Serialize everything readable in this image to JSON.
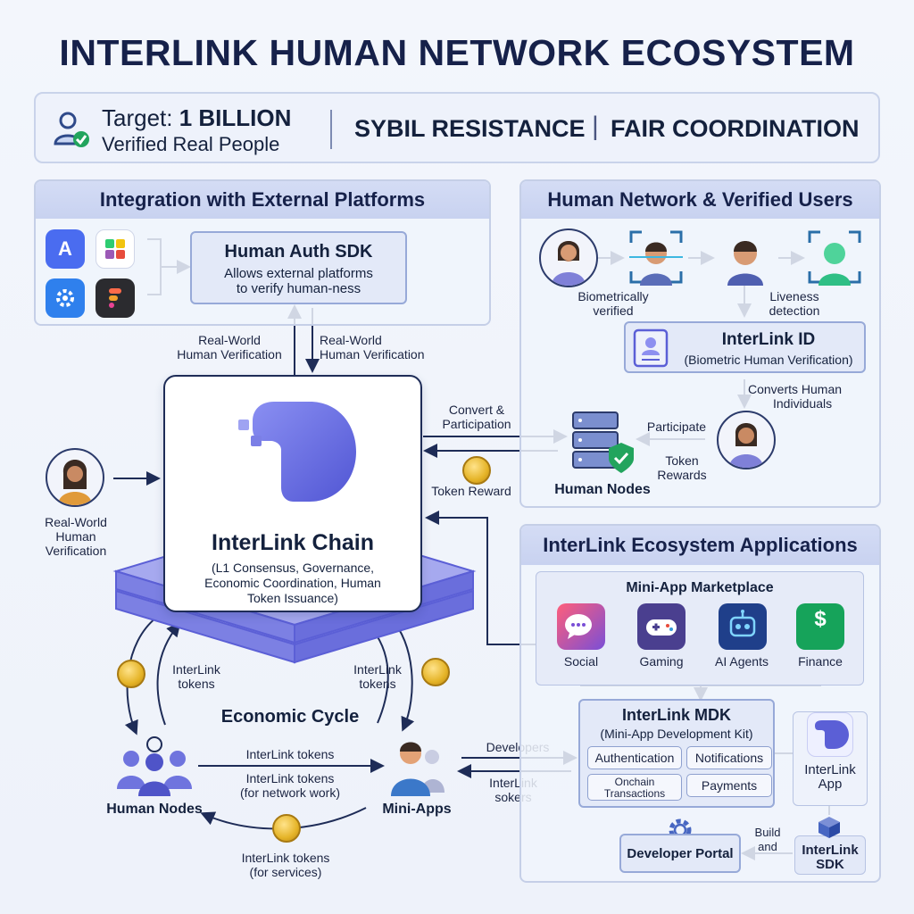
{
  "title": "INTERLINK HUMAN NETWORK ECOSYSTEM",
  "banner": {
    "target_prefix": "Target: ",
    "target_value": "1 BILLION",
    "target_sub": "Verified Real People",
    "sybil": "SYBIL RESISTANCE",
    "separator": "|",
    "fair": "FAIR COORDINATION"
  },
  "integration": {
    "header": "Integration with External Platforms",
    "sdk_title": "Human Auth SDK",
    "sdk_desc_1": "Allows external platforms",
    "sdk_desc_2": "to verify human-ness"
  },
  "human_network": {
    "header": "Human Network & Verified Users",
    "biometric_1": "Biometrically",
    "biometric_2": "verified",
    "liveness_1": "Liveness",
    "liveness_2": "detection",
    "id_title": "InterLink ID",
    "id_sub": "(Biometric Human Verification)",
    "converts_1": "Converts Human",
    "converts_2": "Individuals",
    "participate": "Participate",
    "token_rewards_1": "Token",
    "token_rewards_2": "Rewards",
    "human_nodes": "Human Nodes"
  },
  "chain": {
    "title": "InterLink Chain",
    "desc_1": "(L1 Consensus, Governance,",
    "desc_2": "Economic Coordination, Human",
    "desc_3": "Token Issuance)"
  },
  "flow_labels": {
    "rwv_left_1": "Real-World",
    "rwv_left_2": "Human Verification",
    "rwv_right_1": "Real-World",
    "rwv_right_2": "Human Verification",
    "convert_1": "Convert &",
    "convert_2": "Participation",
    "token_reward": "Token Reward",
    "rwv_person_1": "Real-World",
    "rwv_person_2": "Human",
    "rwv_person_3": "Verification"
  },
  "economic": {
    "title": "Economic Cycle",
    "left_tokens_1": "InterLink",
    "left_tokens_2": "tokens",
    "right_tokens_1": "InterLink",
    "right_tokens_2": "tokens",
    "human_nodes": "Human Nodes",
    "mini_apps": "Mini-Apps",
    "tokens_top": "InterLink tokens",
    "tokens_work_1": "InterLink tokens",
    "tokens_work_2": "(for network work)",
    "tokens_services_1": "InterLink tokens",
    "tokens_services_2": "(for services)"
  },
  "ecosystem": {
    "header": "InterLink Ecosystem Applications",
    "marketplace": "Mini-App Marketplace",
    "apps": [
      "Social",
      "Gaming",
      "AI Agents",
      "Finance"
    ],
    "finance_symbol": "$",
    "mdk_title": "InterLink MDK",
    "mdk_sub": "(Mini-App Development Kit)",
    "mdk_items": [
      "Authentication",
      "Notifications",
      "Onchain Transactions",
      "Payments"
    ],
    "app_label_1": "InterLink",
    "app_label_2": "App",
    "developers": "Developers",
    "sokers_1": "InterLink",
    "sokers_2": "sokers",
    "build_1": "Build",
    "build_2": "and",
    "dev_portal": "Developer Portal",
    "sdk_label_1": "InterLink",
    "sdk_label_2": "SDK"
  },
  "colors": {
    "navy": "#16214a",
    "accent": "#5b5fd6",
    "check_green": "#22a45d",
    "coin_gold": "#e5b428"
  }
}
